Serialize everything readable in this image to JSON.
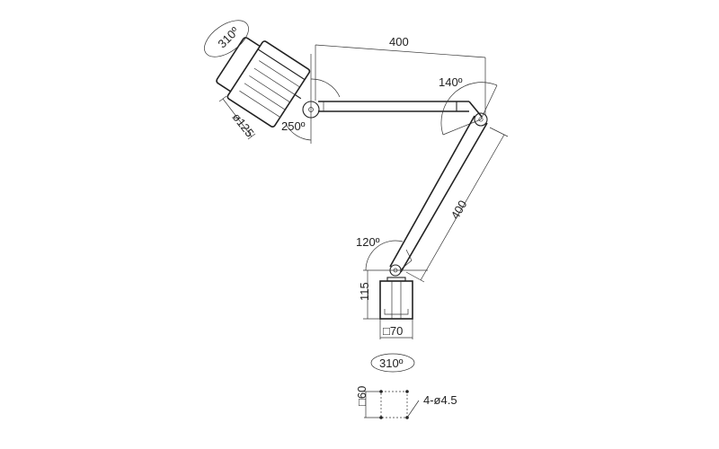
{
  "drawing": {
    "subject": "articulated work lamp",
    "colors": {
      "line": "#222222",
      "background": "#ffffff"
    },
    "dimensions": {
      "head_rotation": "310º",
      "head_diameter": "ø125",
      "head_tilt": "250º",
      "upper_arm_length": "400",
      "elbow_angle": "140º",
      "lower_arm_length": "400",
      "base_joint_angle": "120º",
      "base_height": "115",
      "base_width": "□70",
      "base_rotation": "310º",
      "mount_square": "□60",
      "mount_holes": "4-ø4.5"
    }
  }
}
